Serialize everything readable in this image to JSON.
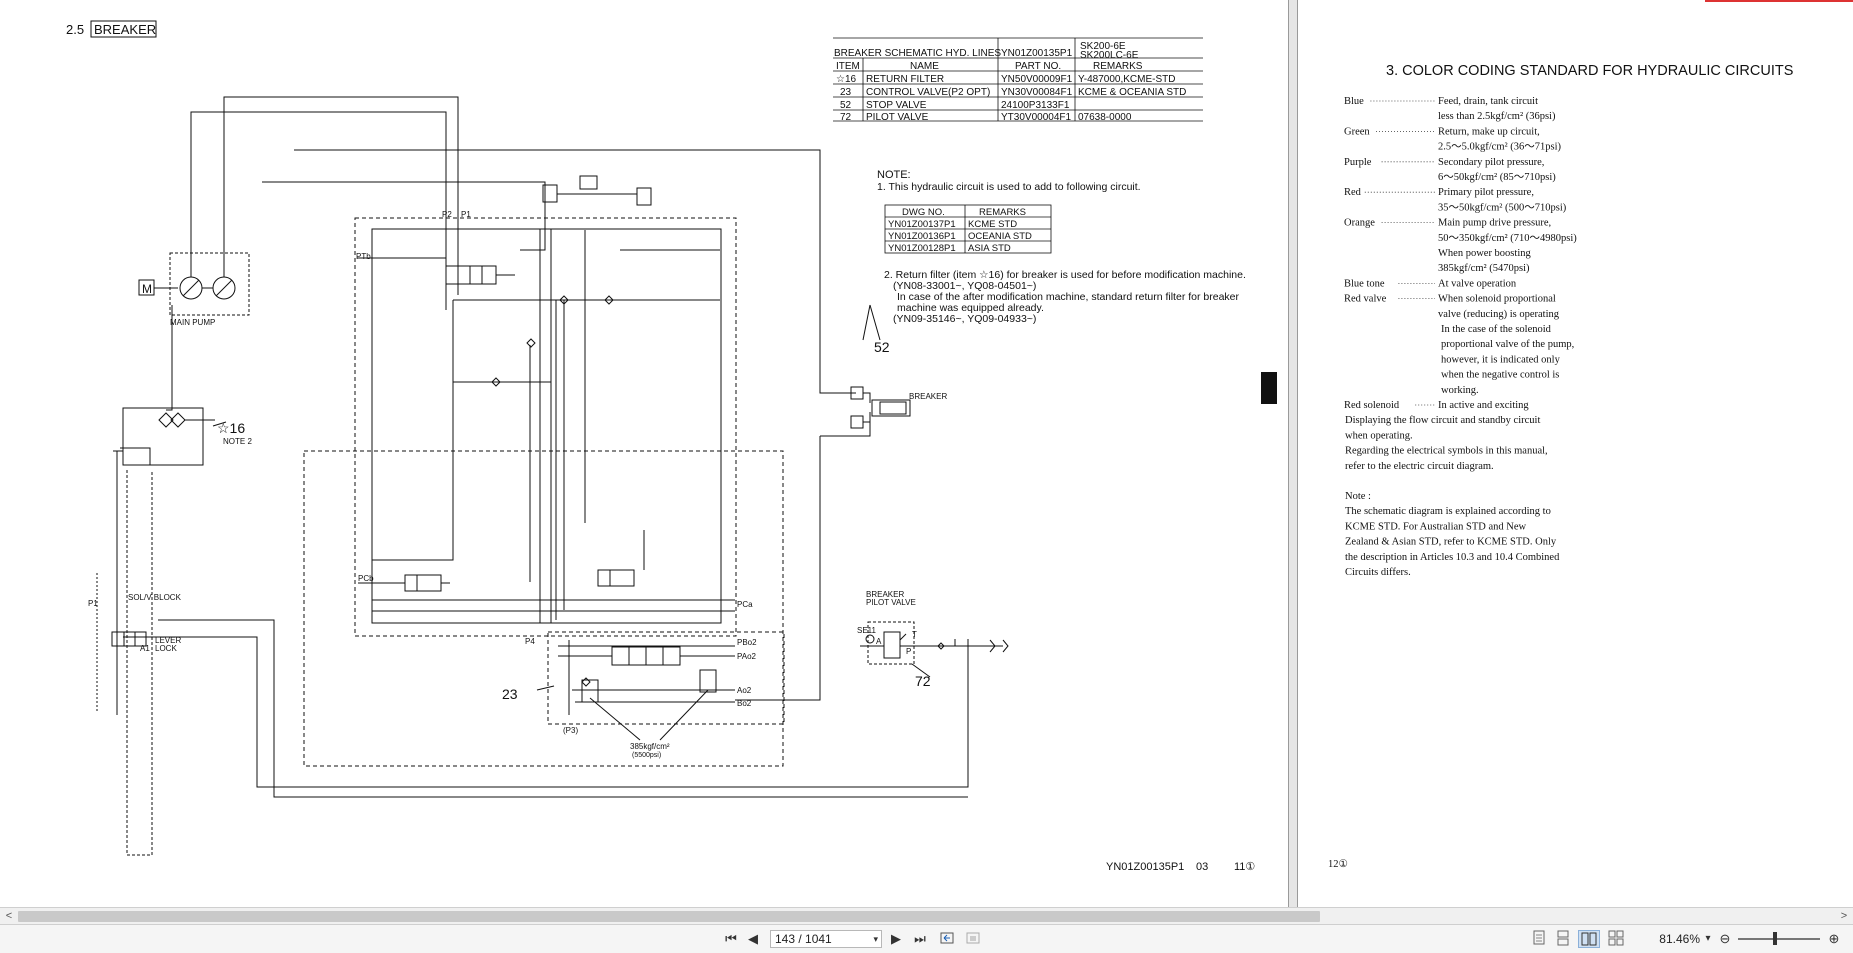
{
  "left_page": {
    "section": "2.5",
    "section_title": "BREAKER",
    "table": {
      "title": "BREAKER SCHEMATIC HYD. LINES",
      "drawing_no": "YN01Z00135P1",
      "models": [
        "SK200-6E",
        "SK200LC-6E"
      ],
      "headers": [
        "ITEM",
        "NAME",
        "PART NO.",
        "REMARKS"
      ],
      "rows": [
        [
          "☆16",
          "RETURN FILTER",
          "YN50V00009F1",
          "Y-487000,KCME-STD"
        ],
        [
          "23",
          "CONTROL VALVE(P2 OPT)",
          "YN30V00084F1",
          "KCME & OCEANIA STD"
        ],
        [
          "52",
          "STOP VALVE",
          "24100P3133F1",
          ""
        ],
        [
          "72",
          "PILOT VALVE",
          "YT30V00004F1",
          "07638-0000"
        ]
      ]
    },
    "note": {
      "title": "NOTE:",
      "line1": "1. This hydraulic circuit is used to add to following circuit.",
      "dwg_headers": [
        "DWG NO.",
        "REMARKS"
      ],
      "dwg_rows": [
        [
          "YN01Z00137P1",
          "KCME STD"
        ],
        [
          "YN01Z00136P1",
          "OCEANIA STD"
        ],
        [
          "YN01Z00128P1",
          "ASIA STD"
        ]
      ],
      "line2a": "2. Return filter (item ☆16) for breaker is used for before modification machine.",
      "line2b": "(YN08-33001~, YQ08-04501~)",
      "line2c": "In case of the after modification machine, standard return filter for breaker",
      "line2d": "machine was equipped already.",
      "line2e": "(YN09-35146~, YQ09-04933~)"
    },
    "labels": {
      "m": "M",
      "main_pump": "MAIN PUMP",
      "p2": "P2",
      "p1": "P1",
      "ptb": "PTb",
      "star16": "☆16",
      "note2": "NOTE 2",
      "pcb": "PCb",
      "pca": "PCa",
      "p4": "P4",
      "pbo2": "PBo2",
      "pao2": "PAo2",
      "ao2": "Ao2",
      "bo2": "Bo2",
      "p3": "(P3)",
      "relief1": "385kgf/cm²",
      "relief2": "(5500psi)",
      "n23": "23",
      "n52": "52",
      "n72": "72",
      "breaker": "BREAKER",
      "bpv1": "BREAKER",
      "bpv2": "PILOT VALVE",
      "se11": "SE11",
      "a": "A",
      "p": "P",
      "t": "T",
      "solv": "SOL/V BLOCK",
      "lever1": "LEVER",
      "lever2": "LOCK",
      "p1b": "P1",
      "a1": "A1"
    },
    "footer_code": "YN01Z00135P1",
    "footer_rev": "03",
    "page_num": "11①"
  },
  "right_page": {
    "heading": "3.   COLOR CODING STANDARD FOR HYDRAULIC CIRCUITS",
    "entries": [
      {
        "term": "Blue",
        "desc": [
          "Feed, drain, tank circuit",
          "less than 2.5kgf/cm² (36psi)"
        ]
      },
      {
        "term": "Green",
        "desc": [
          "Return, make up circuit,",
          "2.5～5.0kgf/cm² (36～71psi)"
        ]
      },
      {
        "term": "Purple",
        "desc": [
          "Secondary pilot pressure,",
          "6～50kgf/cm² (85～710psi)"
        ]
      },
      {
        "term": "Red",
        "desc": [
          "Primary pilot pressure,",
          "35～50kgf/cm² (500～710psi)"
        ]
      },
      {
        "term": "Orange",
        "desc": [
          "Main pump drive pressure,",
          "50～350kgf/cm² (710～4980psi)",
          "When power boosting",
          "385kgf/cm² (5470psi)"
        ]
      },
      {
        "term": "Blue tone",
        "desc": [
          "At valve operation"
        ]
      },
      {
        "term": "Red valve",
        "desc": [
          "When  solenoid  proportional",
          "valve (reducing) is operating",
          "In the case of the solenoid",
          "proportional valve of the pump,",
          "however, it is indicated only",
          "when the negative control is",
          "working."
        ]
      },
      {
        "term": "Red solenoid",
        "desc": [
          "In active and exciting"
        ]
      }
    ],
    "para1": [
      "Displaying the flow circuit and standby circuit",
      "when operating."
    ],
    "para2": [
      "Regarding the electrical symbols in this manual,",
      "refer to the electric circuit diagram."
    ],
    "note_title": "Note :",
    "note_lines": [
      "The schematic diagram is explained according to",
      "KCME STD.  For Australian STD and New",
      "Zealand & Asian STD, refer to KCME STD. Only",
      "the description in Articles 10.3 and 10.4 Combined",
      "Circuits differs."
    ],
    "page_num": "12①"
  },
  "toolbar": {
    "page_field": "143 / 1041",
    "zoom": "81.46%",
    "buttons": {
      "first": "⏮",
      "prev": "◀",
      "next": "▶",
      "last": "⏭",
      "zoom_out": "⊖",
      "zoom_in": "⊕",
      "dropdown": "▾"
    }
  }
}
